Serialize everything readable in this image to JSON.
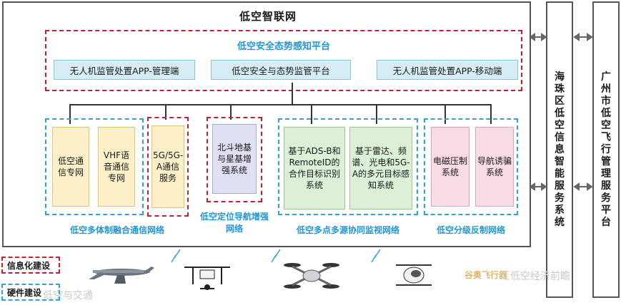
{
  "title": "低空智联网",
  "platform": {
    "label": "低空安全态势感知平台",
    "systems": [
      "无人机监管处置APP-管理端",
      "低空安全与态势监管平台",
      "无人机监管处置APP-移动端"
    ]
  },
  "networks": {
    "comm": {
      "label": "低空多体制融合通信网络",
      "items": [
        "低空通信专网",
        "VHF语音通信专网"
      ]
    },
    "fiveg": {
      "items": [
        "5G/5G-A通信服务"
      ]
    },
    "beidou": {
      "label": "低空定位导航增强网络",
      "items": [
        "北斗地基与星基增强系统"
      ]
    },
    "surveil": {
      "label": "低空多点多源协同监视网络",
      "items": [
        "基于ADS-B和RemoteID的合作目标识别系统",
        "基于雷达、频谱、光电和5G-A的多元目标感知系统"
      ]
    },
    "counter": {
      "label": "低空分级反制网络",
      "items": [
        "电磁压制系统",
        "导航诱骗系统"
      ]
    }
  },
  "side": {
    "haizhu": "海珠区低空信息智能服务系统",
    "guangzhou": "广州市低空飞行管理服务平台"
  },
  "legend": {
    "info": "信息化建设",
    "hardware": "硬件建设"
  },
  "watermarks": [
    "谷奥飞行器",
    "汇低空经济前瞻",
    "低空与交通"
  ],
  "colors": {
    "red_dash": "#c0202f",
    "blue_dash": "#2fa3d6",
    "accent_text": "#2196d3"
  }
}
